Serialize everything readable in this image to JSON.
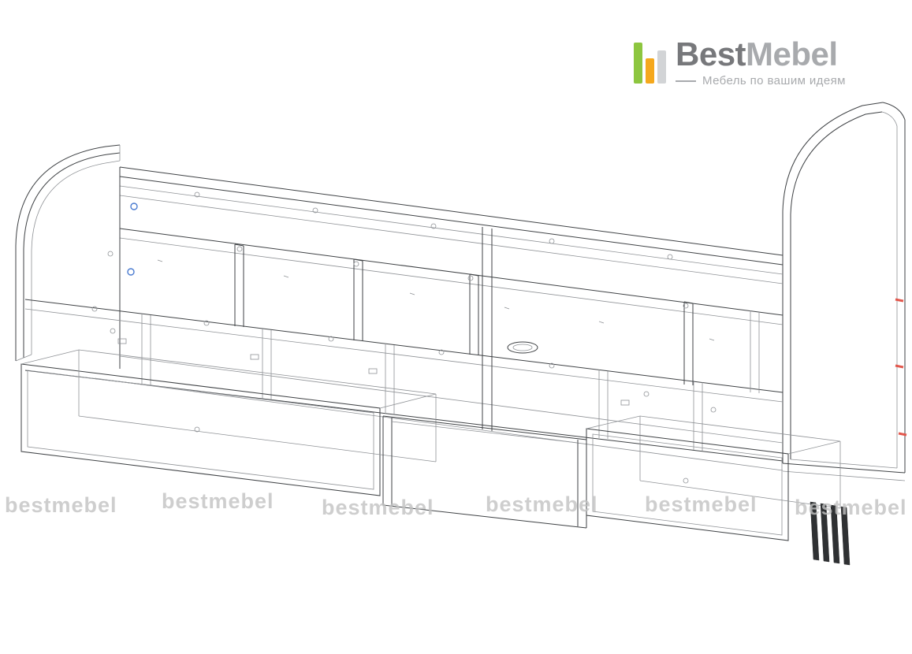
{
  "brand": {
    "name_part1": "Best",
    "name_part2": "Mebel",
    "tagline": "Мебель по вашим идеям"
  },
  "watermark": {
    "text": "bestmebel"
  },
  "colors": {
    "accent_green": "#8dc63f",
    "accent_yellow": "#f5a81c",
    "logo_gray": "#77787b",
    "logo_light": "#a8aaad",
    "watermark": "#c2c2c2",
    "line": "#3f4245",
    "line_light": "#8f9296",
    "mark_red": "#e2574c",
    "mark_blue": "#4a7bd0",
    "bg": "#ffffff"
  }
}
